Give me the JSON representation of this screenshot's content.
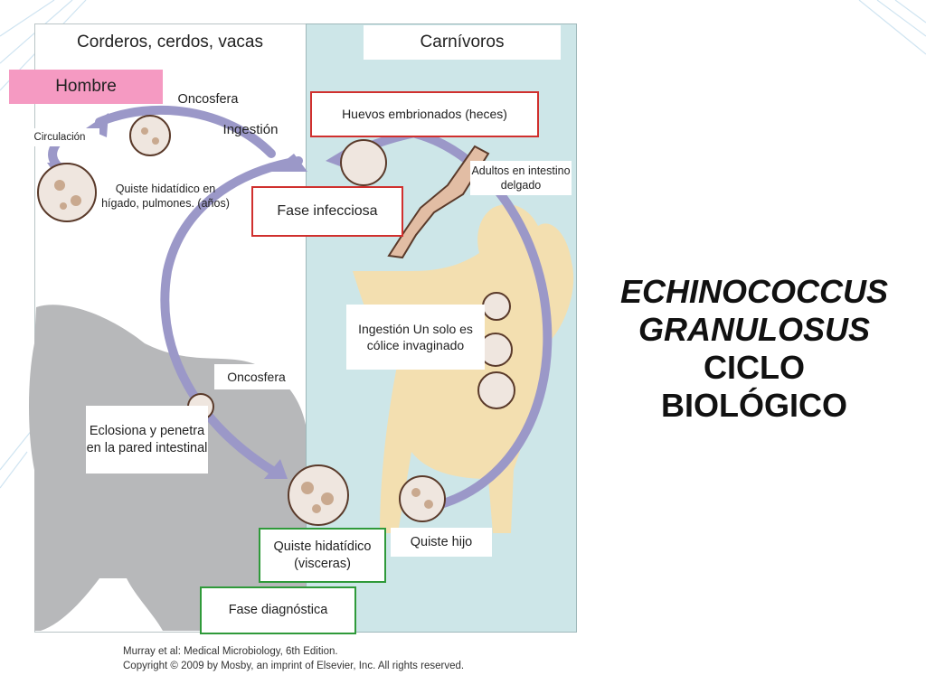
{
  "headers": {
    "intermediate_hosts": "Corderos, cerdos, vacas",
    "carnivores": "Carnívoros",
    "human": "Hombre"
  },
  "labels": {
    "oncosphere_top": "Oncosfera",
    "ingestion_top": "Ingestión",
    "circulation": "Circulación",
    "cyst_human": "Quiste hidatídico en hígado, pulmones. (años)",
    "eggs": "Huevos embrionados (heces)",
    "adults": "Adultos en intestino delgado",
    "infective_phase": "Fase infecciosa",
    "ingestion_dog": "Ingestión Un solo es cólice invaginado",
    "oncosphere_mid": "Oncosfera",
    "hatches": "Eclosiona y penetra en la pared intestinal",
    "hydatid_cyst": "Quiste hidatídico (visceras)",
    "daughter_cyst": "Quiste hijo",
    "diagnostic_phase": "Fase diagnóstica"
  },
  "title": {
    "line1": "ECHINOCOCCUS",
    "line2": "GRANULOSUS",
    "line3": "CICLO",
    "line4": "BIOLÓGICO"
  },
  "credit": {
    "line1": "Murray et al: Medical Microbiology, 6th Edition.",
    "line2": "Copyright © 2009 by Mosby, an imprint of Elsevier, Inc. All rights reserved."
  },
  "colors": {
    "arrow": "#9b98c8",
    "dog": "#f3dfb0",
    "sheep": "#b7b8ba",
    "right_panel": "#cde6e8",
    "red_border": "#d0302e",
    "green_border": "#2f9a3a",
    "human_label_bg": "#f59ac2",
    "decor_stripes": "#cfe4f1"
  }
}
